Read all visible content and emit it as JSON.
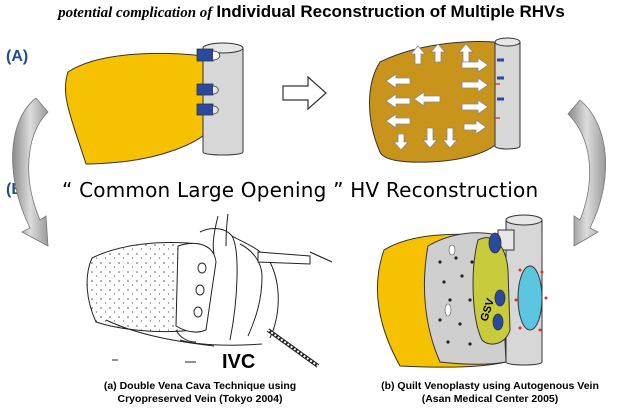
{
  "title": {
    "italic": "potential complication of",
    "bold": "Individual Reconstruction of Multiple RHVs"
  },
  "section_a_label": "(A)",
  "section_b_label": "(B)",
  "section_b_heading": "“ Common Large Opening ”  HV Reconstruction",
  "ivc_label": "IVC",
  "gsv_label": "GSV",
  "caption_a": {
    "line1": "(a) Double Vena Cava Technique using",
    "line2": "Cryopreserved Vein (Tokyo 2004)"
  },
  "caption_b": {
    "line1": "(b)  Quilt Venoplasty using Autogenous Vein",
    "line2": "(Asan Medical Center 2005)"
  },
  "colors": {
    "liver": "#f6c200",
    "liver_congested": "#c8941c",
    "vessel": "#d7d7d7",
    "anastomosis": "#2a4aa0",
    "graft": "#c9cc3a",
    "patch": "#5cc6e0",
    "label_blue": "#1f4e8c"
  }
}
